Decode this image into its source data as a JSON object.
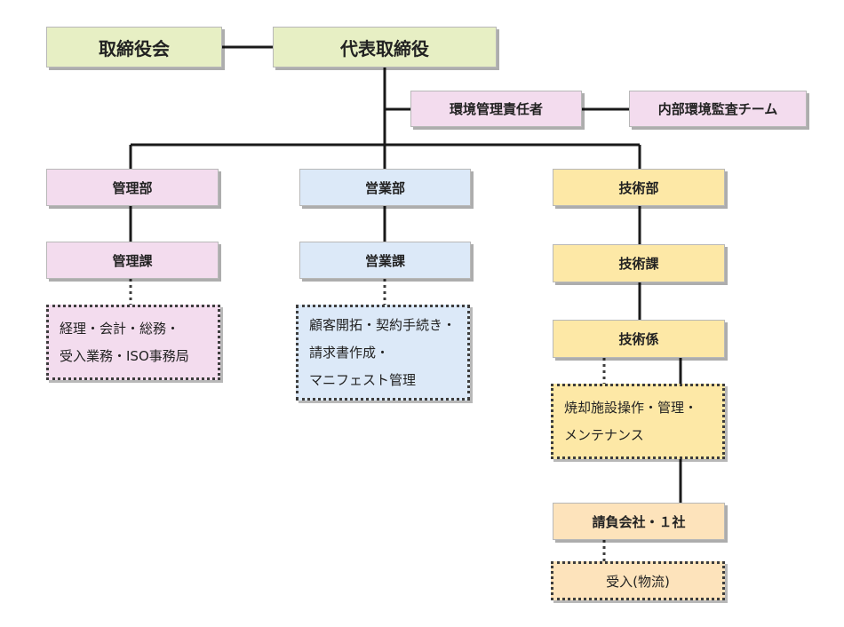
{
  "nodes": {
    "board": "取締役会",
    "ceo": "代表取締役",
    "env_manager": "環境管理責任者",
    "internal_audit": "内部環境監査チーム",
    "admin_dept": "管理部",
    "sales_dept": "営業部",
    "tech_dept": "技術部",
    "admin_section": "管理課",
    "sales_section": "営業課",
    "tech_section": "技術課",
    "tech_unit": "技術係",
    "subcontractor": "請負会社・１社",
    "receiving": "受入(物流)"
  },
  "duties": {
    "admin": [
      "経理・会計・総務・",
      "受入業務・ISO事務局"
    ],
    "sales": [
      "顧客開拓・契約手続き・",
      "請求書作成・",
      "マニフェスト管理"
    ],
    "tech": [
      "焼却施設操作・管理・",
      "メンテナンス"
    ]
  },
  "colors": {
    "executive": "#e7efc4",
    "admin": "#f3dcee",
    "sales": "#dce9f8",
    "tech": "#fde8a6",
    "subcontract": "#fde3bb",
    "line": "#1a1a1a"
  }
}
